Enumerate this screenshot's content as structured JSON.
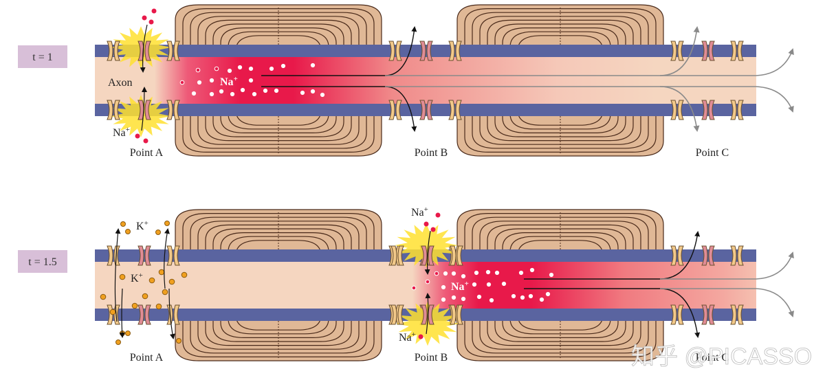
{
  "panels": [
    {
      "time_label": "t = 1",
      "axon_label": "Axon",
      "inside_ion_label": "Na+",
      "na_label_a": "Na+",
      "point_labels": [
        "Point A",
        "Point B",
        "Point C"
      ]
    },
    {
      "time_label": "t = 1.5",
      "k_label_top": "K+",
      "k_label_inside": "K+",
      "na_label_b_top": "Na+",
      "na_label_b_bottom": "Na+",
      "inside_ion_label": "Na+",
      "point_labels": [
        "Point A",
        "Point B",
        "Point C"
      ]
    }
  ],
  "watermark": "知乎 @PICASSO",
  "colors": {
    "membrane": "#5a64a0",
    "cytoplasm": "#f5d6c0",
    "sodium_front": "#e8194a",
    "myelin_fill": "#e0b896",
    "myelin_line": "#4a2a1a",
    "channel_yellow": "#f2c98a",
    "channel_pink": "#e08c96",
    "potassium_dot": "#f0a020",
    "label_box": "#d8bfd8",
    "flash": "#ffe030"
  }
}
